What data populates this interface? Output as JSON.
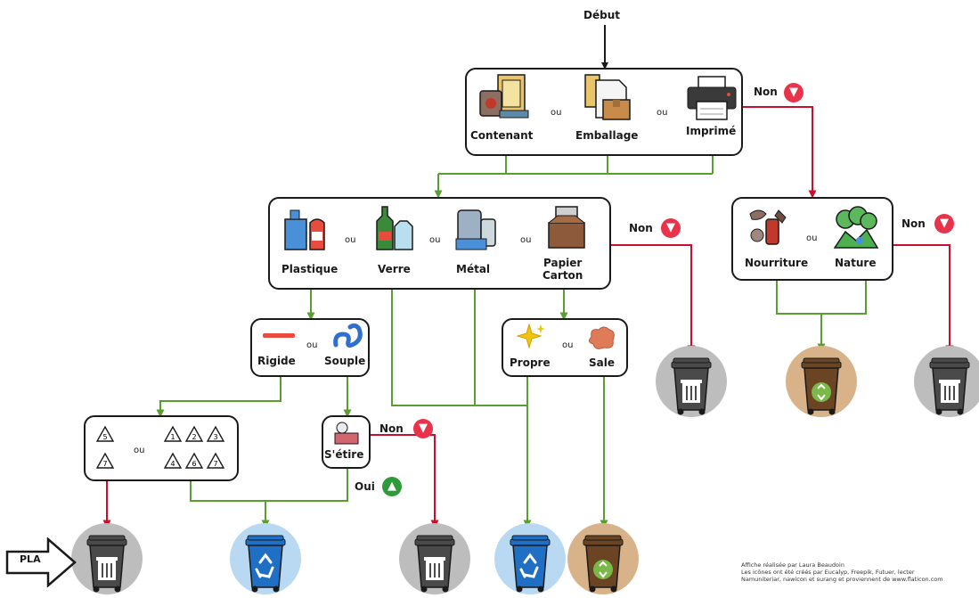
{
  "start_label": "Début",
  "or_word": "ou",
  "no_label": "Non",
  "yes_label": "Oui",
  "top_box": {
    "items": [
      "Contenant",
      "Emballage",
      "Imprimé"
    ]
  },
  "material_box": {
    "items": [
      "Plastique",
      "Verre",
      "Métal",
      "Papier\nCarton"
    ]
  },
  "organic_box": {
    "items": [
      "Nourriture",
      "Nature"
    ]
  },
  "rigidity_box": {
    "items": [
      "Rigide",
      "Souple"
    ]
  },
  "cleanliness_box": {
    "items": [
      "Propre",
      "Sale"
    ]
  },
  "stretch_box": {
    "item": "S'étire"
  },
  "resin_box": {
    "left_codes": [
      "5",
      "7"
    ],
    "right_codes": [
      "1",
      "2",
      "3",
      "4",
      "6",
      "7"
    ]
  },
  "pla_label": "PLA",
  "credits": [
    "Affiche réalisée par Laura Beaudoin",
    "Les icônes ont été créés par Eucalyp, Freepik, Futuer, lecter",
    "Namuniteriar, nawicon et surang et proviennent de www.flaticon.com"
  ],
  "colors": {
    "outline": "#1a1a1a",
    "no_arrow": "#c8102e",
    "yes_arrow": "#5a9e2f",
    "trash_bin": "#4a4a4a",
    "recycle_bin": "#1f6fc4",
    "compost_bin": "#6b4423"
  }
}
